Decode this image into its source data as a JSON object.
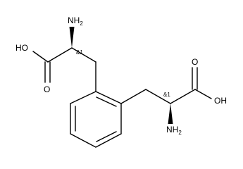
{
  "molecule": {
    "labels": {
      "nh2_left": "NH",
      "nh2_left_sub": "2",
      "oh_left": "HO",
      "o_left": "O",
      "stereo_left": "&1",
      "o_right": "O",
      "oh_right": "OH",
      "stereo_right": "&1",
      "nh2_right": "NH",
      "nh2_right_sub": "2"
    }
  }
}
